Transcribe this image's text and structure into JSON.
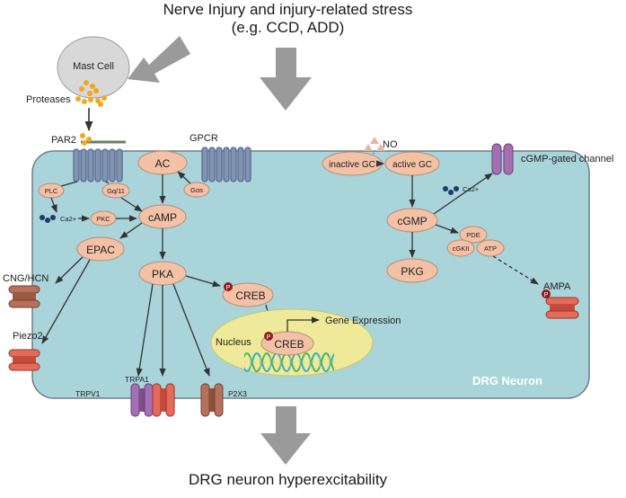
{
  "header": {
    "title_line1": "Nerve Injury and injury-related stress",
    "title_line2": "(e.g. CCD, ADD)"
  },
  "footer": {
    "title": "DRG neuron hyperexcitability"
  },
  "cell": {
    "label": "DRG Neuron",
    "nucleus_label": "Nucleus"
  },
  "labels": {
    "mast_cell": "Mast Cell",
    "proteases": "Proteases",
    "par2": "PAR2",
    "gpcr": "GPCR",
    "no": "NO",
    "cgmp_channel": "cGMP-gated channel",
    "cng_hcn": "CNG/HCN",
    "piezo2": "Piezo2",
    "trpv1": "TRPV1",
    "trpa1": "TRPA1",
    "p2x3": "P2X3",
    "ampa": "AMPA",
    "gene_expression": "Gene Expression"
  },
  "nodes": {
    "ac": "AC",
    "camp": "cAMP",
    "epac": "EPAC",
    "pka": "PKA",
    "creb_cyto": "CREB",
    "creb_nuc": "CREB",
    "plc": "PLC",
    "gq11": "Gq/11",
    "pkc": "PKC",
    "gas": "Gαs",
    "inactive_gc": "inactive GC",
    "active_gc": "active GC",
    "cgmp": "cGMP",
    "pkg": "PKG",
    "pde": "PDE",
    "cgkii": "cGKII",
    "atp": "ATP",
    "ca_left": "Ca2+",
    "ca_right": "Ca2+",
    "p_mark": "P"
  },
  "colors": {
    "cell_fill": "#a8d4da",
    "cell_stroke": "#6e7f86",
    "node_fill": "#f3c1a6",
    "node_stroke": "#b88c74",
    "nucleus_fill": "#eeea9a",
    "arrow_grey": "#9a9a9a",
    "receptor": "#5b6c8d",
    "channel_brown": "#b5715b",
    "channel_red": "#e46a5a",
    "channel_purple": "#a56fb3",
    "dot_orange": "#f0a81c",
    "dot_navy": "#1f3a6b",
    "phospho": "#8f1d1d"
  }
}
